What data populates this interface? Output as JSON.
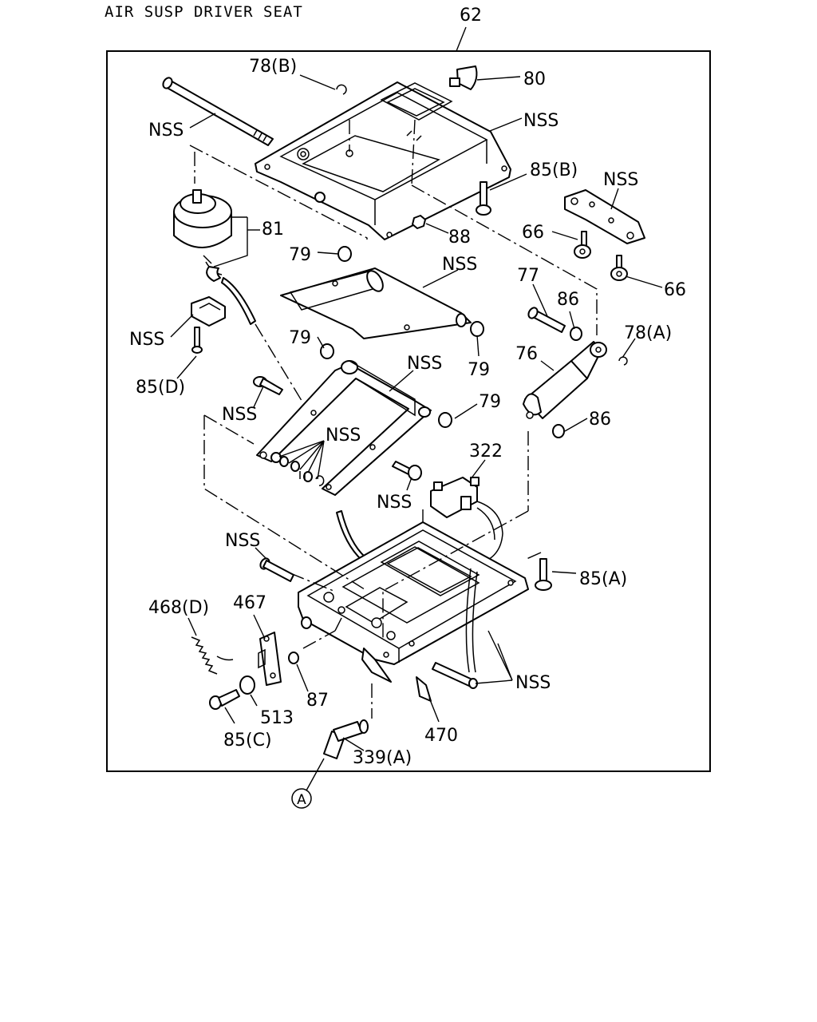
{
  "title": "AIR SUSP DRIVER SEAT",
  "assembly_number": "62",
  "callouts": {
    "p78b": "78(B)",
    "p80": "80",
    "nss_rod_top": "NSS",
    "nss_top_frame": "NSS",
    "p85b": "85(B)",
    "nss_bracket": "NSS",
    "p81": "81",
    "p88": "88",
    "p66a": "66",
    "p66b": "66",
    "p79a": "79",
    "nss_upper_arm": "NSS",
    "p77": "77",
    "p86a": "86",
    "p78a": "78(A)",
    "nss_clip": "NSS",
    "p79b": "79",
    "p79c": "79",
    "p85d": "85(D)",
    "p76": "76",
    "nss_lower_arm": "NSS",
    "nss_bolt_left": "NSS",
    "p79d": "79",
    "p86b": "86",
    "nss_pins": "NSS",
    "p322": "322",
    "nss_bolt_mid": "NSS",
    "nss_pin_base": "NSS",
    "p85a": "85(A)",
    "p468d": "468(D)",
    "p467": "467",
    "nss_pins_right": "NSS",
    "p87": "87",
    "p513": "513",
    "p470": "470",
    "p85c": "85(C)",
    "p339a": "339(A)",
    "circle_a": "A"
  }
}
